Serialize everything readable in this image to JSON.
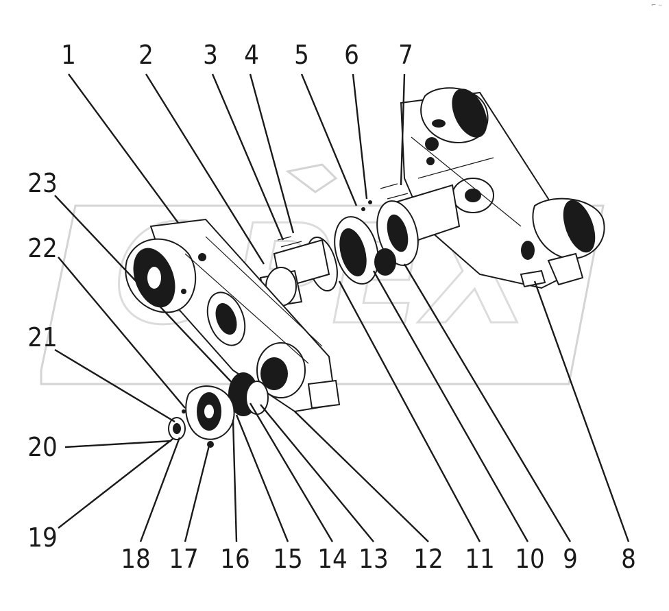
{
  "watermark": "OPEX",
  "corner_mark": "⌐ ‒",
  "callouts": [
    "1",
    "2",
    "3",
    "4",
    "5",
    "6",
    "7",
    "8",
    "9",
    "10",
    "11",
    "12",
    "13",
    "14",
    "15",
    "16",
    "17",
    "18",
    "19",
    "20",
    "21",
    "22",
    "23"
  ],
  "colors": {
    "line": "#1a1a1a",
    "watermark": "#d4d4d4",
    "background": "#ffffff"
  }
}
